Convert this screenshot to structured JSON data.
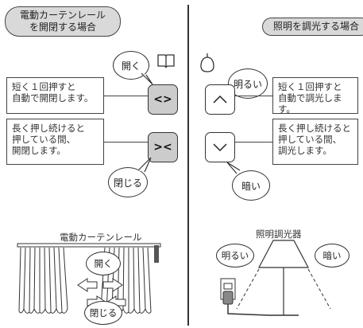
{
  "left": {
    "tag_line1": "電動カーテンレール",
    "tag_line2": "を開閉する場合",
    "bubble_open": "開く",
    "bubble_close": "閉じる",
    "btn_open_symbol": "<>",
    "btn_close_symbol": "><",
    "short_press_line1": "短く１回押すと",
    "short_press_line2": "自動で開閉します。",
    "long_press_line1": "長く押し続けると",
    "long_press_line2": "押している間、",
    "long_press_line3": "開閉します。",
    "illustration_caption": "電動カーテンレール",
    "illus_bubble_open": "開く",
    "illus_bubble_close": "閉じる"
  },
  "right": {
    "tag": "照明を調光する場合",
    "bubble_bright": "明るい",
    "bubble_dark": "暗い",
    "short_press_line1": "短く１回押すと",
    "short_press_line2": "自動で調光します。",
    "long_press_line1": "長く押し続けると",
    "long_press_line2": "押している間、",
    "long_press_line3": "調光します。",
    "illustration_caption": "照明調光器",
    "illus_bubble_bright": "明るい",
    "illus_bubble_dark": "暗い"
  },
  "icons": {
    "left_top": "book-icon",
    "right_top": "hook-icon",
    "up": "chevron-up-icon",
    "down": "chevron-down-icon"
  }
}
